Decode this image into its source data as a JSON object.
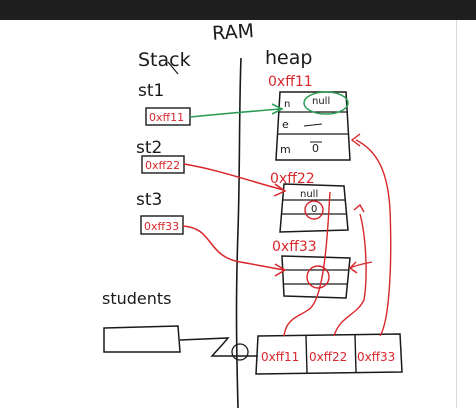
{
  "diagram": {
    "title": "RAM",
    "stack_label": "Stack",
    "heap_label": "heap",
    "variables": [
      {
        "name": "st1",
        "ref": "0xff11"
      },
      {
        "name": "st2",
        "ref": "0xff22"
      },
      {
        "name": "st3",
        "ref": "0xff33"
      }
    ],
    "objects": [
      {
        "address": "0xff11",
        "null_label": "null",
        "fields": [
          "n",
          "e",
          "m"
        ],
        "value": "0"
      },
      {
        "address": "0xff22",
        "null_label": "null",
        "value": "0"
      },
      {
        "address": "0xff33"
      }
    ],
    "array_variable": "students",
    "array_cells": [
      "0xff11",
      "0xff22",
      "0xff33"
    ],
    "colors": {
      "ink": "#1a1a1a",
      "red": "#d9262b",
      "green": "#2e9e57"
    }
  }
}
